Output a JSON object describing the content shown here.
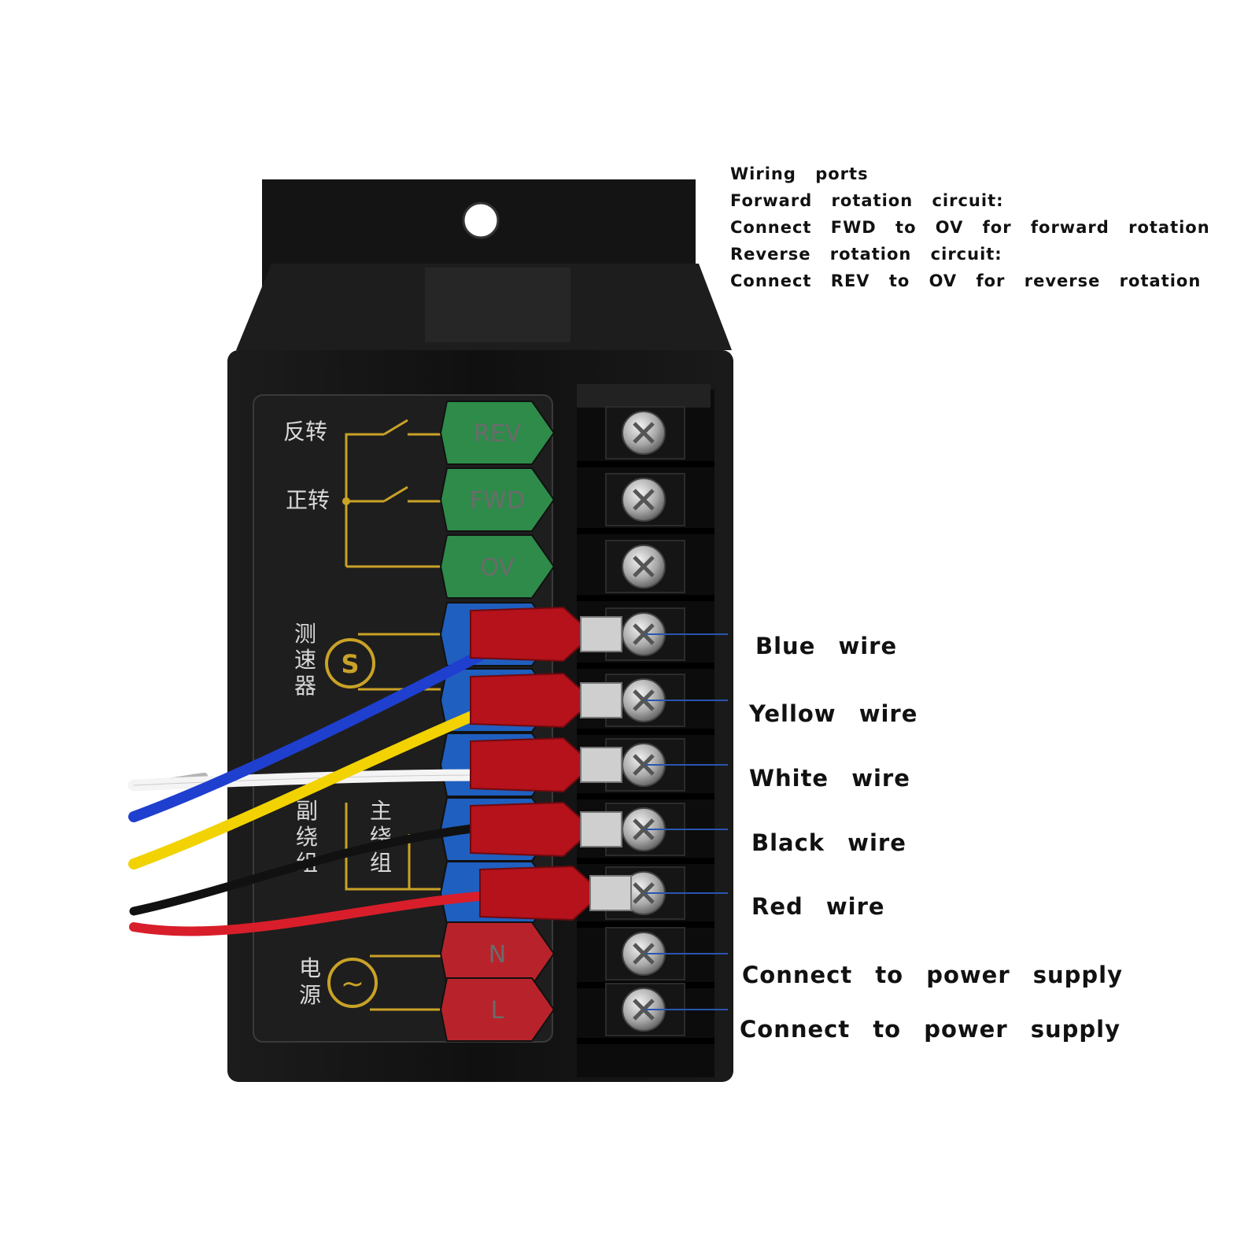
{
  "info_lines": [
    "Wiring ports",
    "Forward rotation circuit:",
    "Connect FWD to OV for forward rotation",
    "Reverse rotation circuit:",
    "Connect REV to OV for reverse rotation"
  ],
  "wire_labels": [
    "Blue wire",
    "Yellow wire",
    "White wire",
    "Black wire",
    "Red wire",
    "Connect to power supply",
    "Connect to power supply"
  ],
  "panel": {
    "reverse_cn": "反转",
    "forward_cn": "正转",
    "tacho_cn": [
      "测",
      "速",
      "器"
    ],
    "aux_winding_cn": [
      "副",
      "绕",
      "组"
    ],
    "main_winding_cn": [
      "主",
      "绕",
      "组"
    ],
    "power_cn": [
      "电",
      "源"
    ],
    "tacho_symbol": "S",
    "power_symbol": "~"
  },
  "terminals": [
    {
      "name": "REV",
      "color": "#2e8b4a"
    },
    {
      "name": "FWD",
      "color": "#2e8b4a"
    },
    {
      "name": "OV",
      "color": "#2e8b4a"
    },
    {
      "name": "",
      "color": "#1f5fbf"
    },
    {
      "name": "",
      "color": "#1f5fbf"
    },
    {
      "name": "",
      "color": "#1f5fbf"
    },
    {
      "name": "",
      "color": "#1f5fbf"
    },
    {
      "name": "",
      "color": "#1f5fbf"
    },
    {
      "name": "N",
      "color": "#b8232b"
    },
    {
      "name": "L",
      "color": "#b8232b"
    }
  ],
  "wire_colors": {
    "blue": "#1f3fcf",
    "yellow": "#f2d200",
    "white": "#f4f4f4",
    "black": "#111111",
    "red": "#d81e2a",
    "connector": "#b5121b",
    "leader": "#2a55b0"
  }
}
